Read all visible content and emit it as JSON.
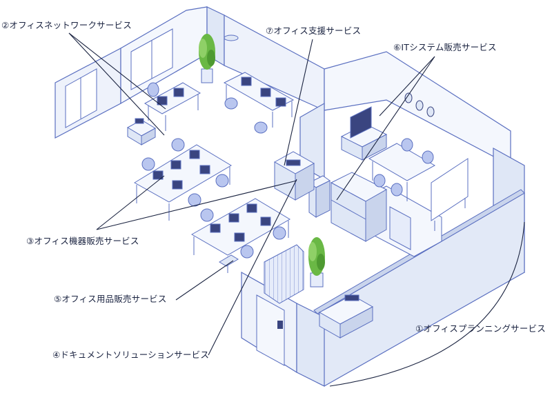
{
  "labels": {
    "office_planning": "①オフィスプランニングサービス",
    "office_network": "②オフィスネットワークサービス",
    "office_equipment": "③オフィス機器販売サービス",
    "document_solution": "④ドキュメントソリューションサービス",
    "office_supplies": "⑤オフィス用品販売サービス",
    "it_system": "⑥ITシステム販売サービス",
    "office_support": "⑦オフィス支援サービス"
  },
  "colors": {
    "wall_top": "#f4f7fd",
    "wall_side": "#dfe7f6",
    "wall_dark": "#c9d4ec",
    "floor": "#ffffff",
    "outline": "#5a6fc0",
    "furniture": "#b9c6ef",
    "furniture_dark": "#3a4580",
    "plant": "#5fae3e",
    "leader_line": "#1a2340"
  }
}
